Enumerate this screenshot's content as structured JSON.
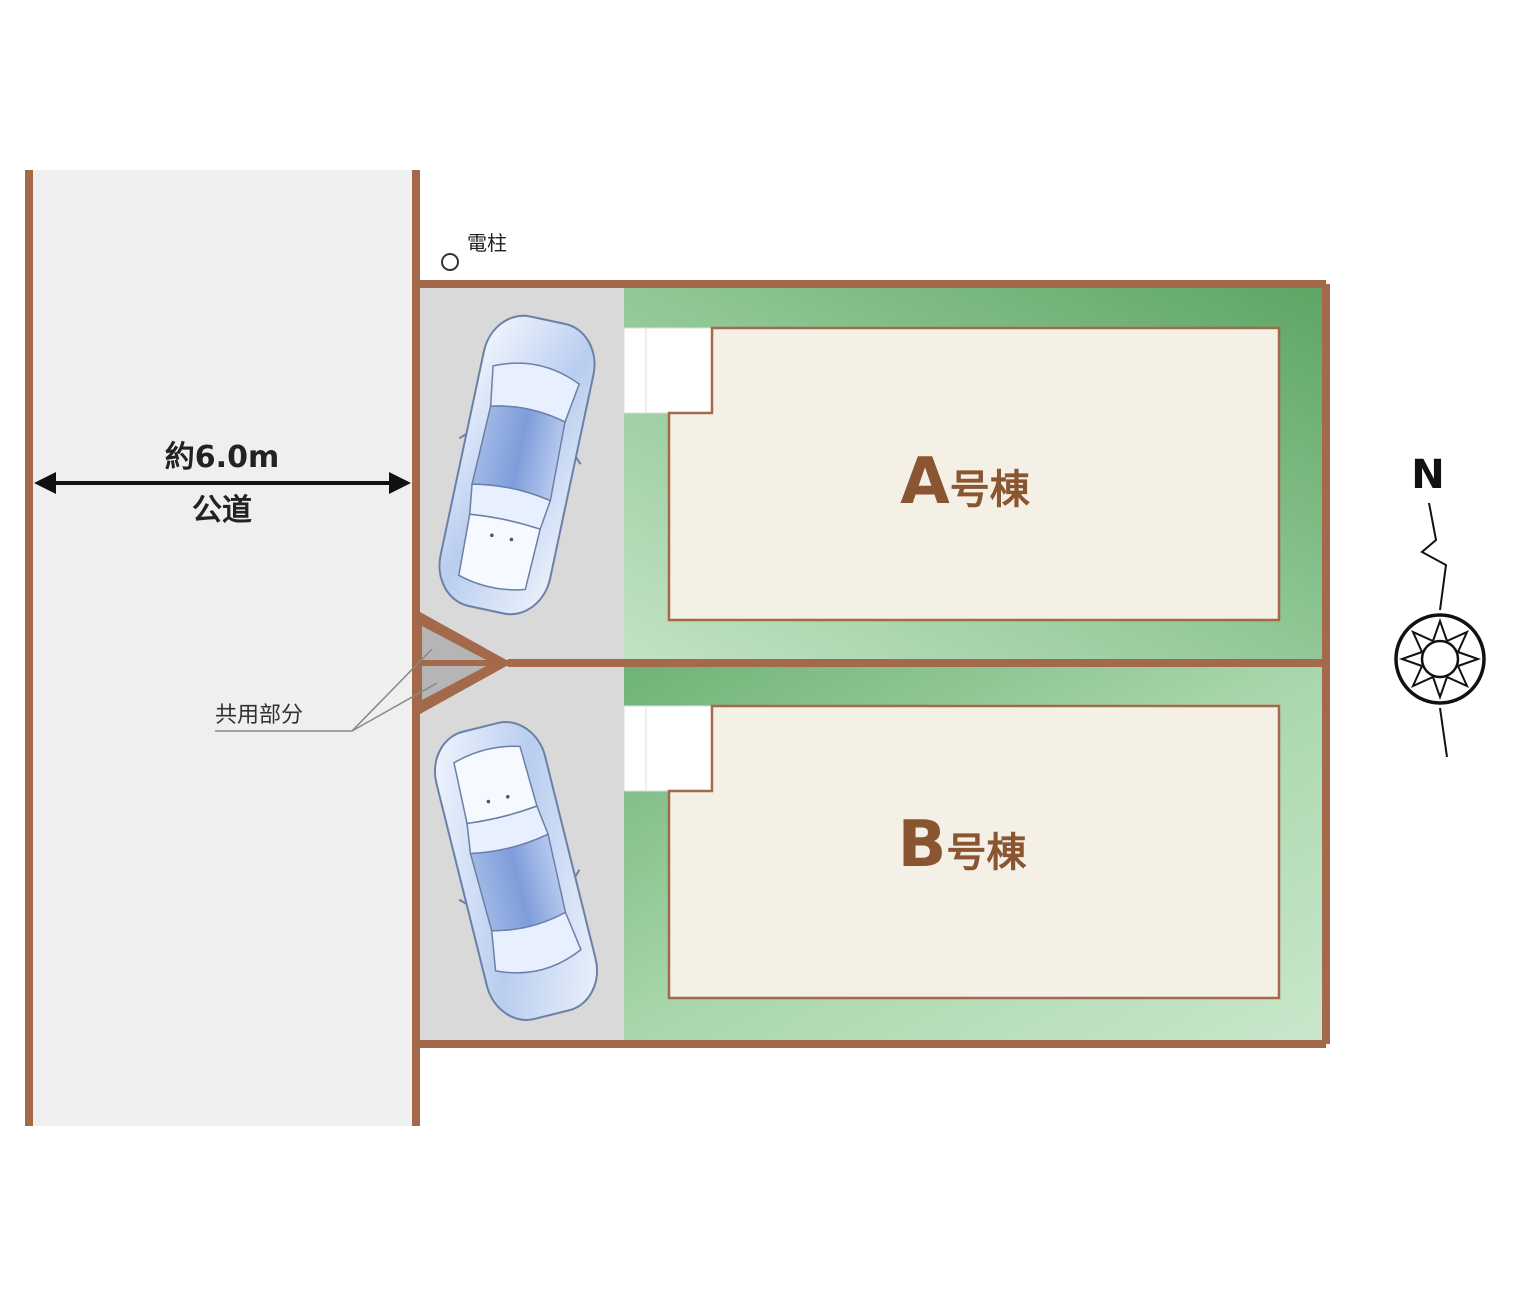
{
  "road": {
    "width_label": "約6.0m",
    "name_label": "公道"
  },
  "utility_pole": {
    "label": "電柱"
  },
  "shared_area": {
    "label": "共用部分"
  },
  "buildings": [
    {
      "id": "A",
      "letter": "A",
      "suffix": "号棟"
    },
    {
      "id": "B",
      "letter": "B",
      "suffix": "号棟"
    }
  ],
  "compass": {
    "north_label": "N"
  },
  "colors": {
    "boundary": "#a3694a",
    "road": "#efefef",
    "driveway": "#d9d9d9",
    "garden_light": "#b5dcb9",
    "garden_dark": "#5fa866",
    "house_floor": "#f5f0e6",
    "label_brown": "#8a5531"
  },
  "icons": [
    "utility-pole-icon",
    "car-icon",
    "compass-rose-icon",
    "dimension-arrow-icon"
  ]
}
